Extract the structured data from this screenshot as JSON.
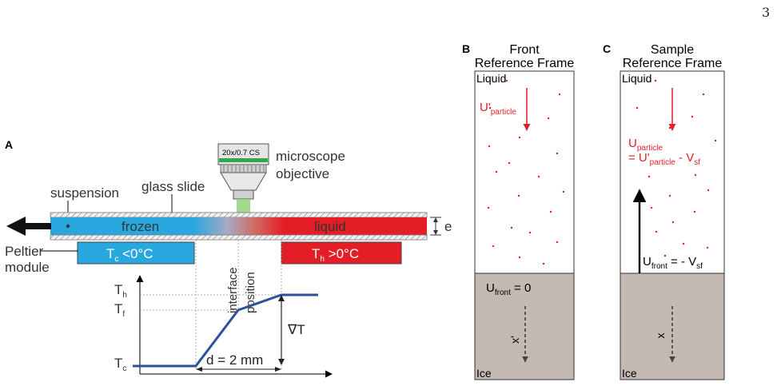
{
  "page_number": "3",
  "panel_a": {
    "letter": "A",
    "objective_marking": "20x/0.7 CS",
    "label_microscope": "microscope",
    "label_objective": "objective",
    "label_glass_slide": "glass slide",
    "label_suspension": "suspension",
    "label_frozen": "frozen",
    "label_liquid": "liquid",
    "label_e": "e",
    "label_peltier": "Peltier",
    "label_module": "module",
    "cold_stage": {
      "T": "T",
      "sub": "c",
      "rest": " <0°C"
    },
    "hot_stage": {
      "T": "T",
      "sub": "h",
      "rest": " >0°C"
    },
    "interface_line1": "interface",
    "interface_line2": "position",
    "axis_Th": {
      "T": "T",
      "sub": "h"
    },
    "axis_Tf": {
      "T": "T",
      "sub": "f"
    },
    "axis_Tc": {
      "T": "T",
      "sub": "c"
    },
    "gradient_label": "∇T",
    "distance_label": "d = 2 mm",
    "colors": {
      "frozen": "#29a8e0",
      "liquid": "#e41e26",
      "profile": "#2e4f9c",
      "beam": "#8fd17a"
    }
  },
  "panel_b": {
    "letter": "B",
    "title_line1": "Front",
    "title_line2": "Reference Frame",
    "liquid_label": "Liquid",
    "ice_label": "Ice",
    "u_particle": {
      "main": "U'",
      "sub": "particle"
    },
    "u_front": {
      "main": "U",
      "sub": "front",
      "rest": " = 0"
    },
    "axis_label": "x'",
    "colors": {
      "ice": "#c4b9b3",
      "particles": "#e41e26"
    }
  },
  "panel_c": {
    "letter": "C",
    "title_line1": "Sample",
    "title_line2": "Reference Frame",
    "liquid_label": "Liquid",
    "ice_label": "Ice",
    "u_particle_l1": {
      "main": "U",
      "sub": "particle"
    },
    "u_particle_l2": {
      "eq": "= U'",
      "sub1": "particle",
      "mid": " - V",
      "sub2": "sf"
    },
    "u_front": {
      "main": "U",
      "sub": "front",
      "mid": " = - V",
      "sub2": "sf"
    },
    "axis_label": "x"
  }
}
